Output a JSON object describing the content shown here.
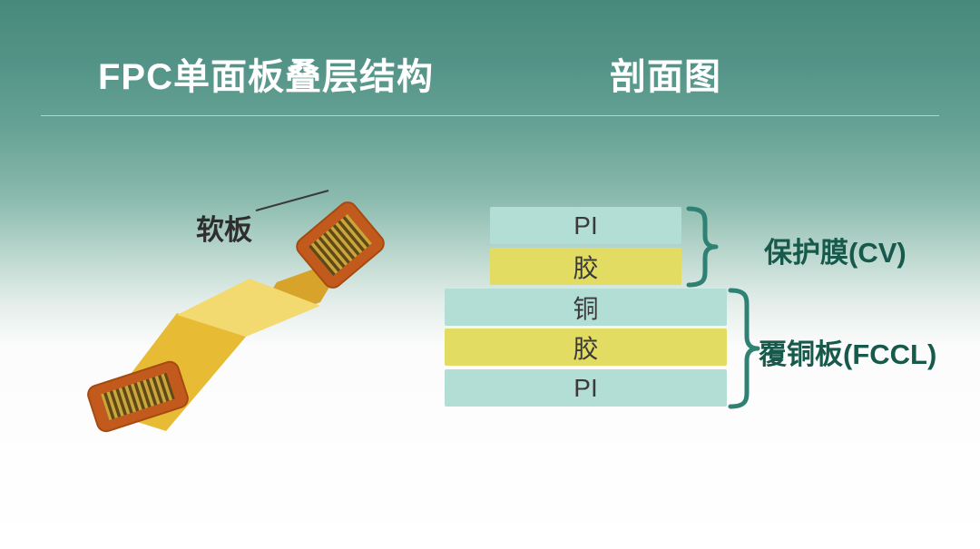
{
  "slide": {
    "title_left": "FPC单面板叠层结构",
    "title_right": "剖面图"
  },
  "illustration": {
    "label": "软板",
    "colors": {
      "ribbon": "#e7bb33",
      "ribbon_highlight": "#f3da70",
      "ribbon_shadow": "#d7a32a",
      "connector": "#c35a1d",
      "connector_border": "#a64a10",
      "leader_line": "#3a3a3a"
    }
  },
  "stack": {
    "layers": [
      {
        "label": "PI",
        "color": "#b3ded6"
      },
      {
        "label": "胶",
        "color": "#e3dc62"
      },
      {
        "label": "铜",
        "color": "#b3ded6"
      },
      {
        "label": "胶",
        "color": "#e3dc62"
      },
      {
        "label": "PI",
        "color": "#b3ded6"
      }
    ],
    "groups": [
      {
        "label": "保护膜(CV)"
      },
      {
        "label": "覆铜板(FCCL)"
      }
    ]
  },
  "colors": {
    "brace": "#2f8273",
    "group_label": "#175a4c",
    "layer_text": "#3a3a3a",
    "callout_text": "#2e2e2e",
    "title": "#ffffff",
    "divider": "rgba(255,255,255,0.55)"
  }
}
